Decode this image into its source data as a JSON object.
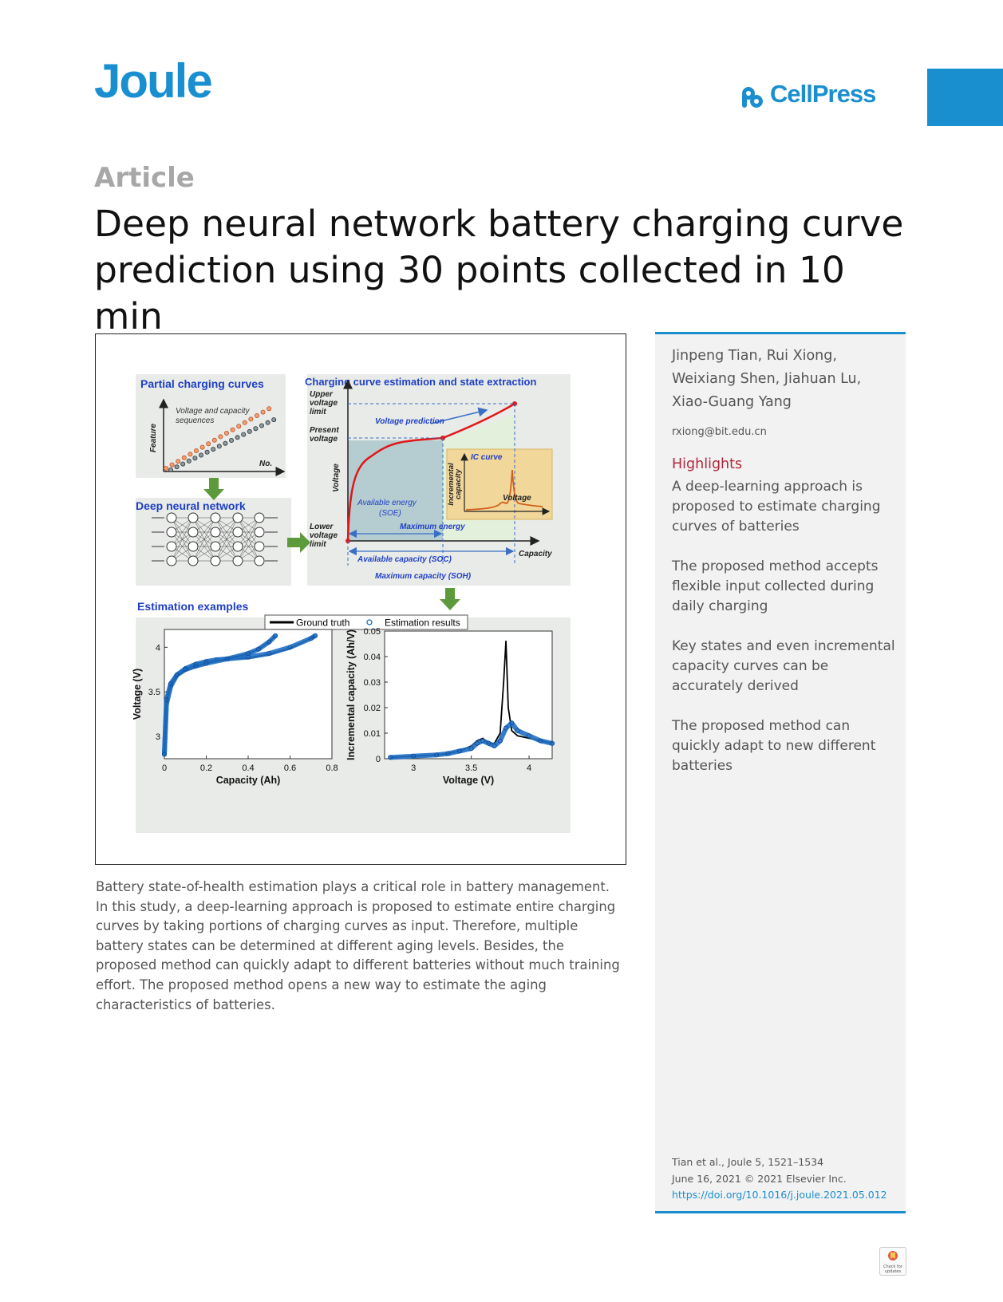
{
  "header": {
    "journal": "Joule",
    "publisher": "CellPress",
    "accent_color": "#1a8fd0"
  },
  "article": {
    "type": "Article",
    "title": "Deep neural network battery charging curve prediction using 30 points collected in 10 min"
  },
  "sidebar": {
    "authors": "Jinpeng Tian, Rui Xiong, Weixiang Shen, Jiahuan Lu, Xiao-Guang Yang",
    "email": "rxiong@bit.edu.cn",
    "highlights_heading": "Highlights",
    "highlights": [
      "A deep-learning approach is proposed to estimate charging curves of batteries",
      "The proposed method accepts flexible input collected during daily charging",
      "Key states and even incremental capacity curves can be accurately derived",
      "The proposed method can quickly adapt to new different batteries"
    ],
    "citation_line1": "Tian et al., Joule 5, 1521–1534",
    "citation_line2": "June 16, 2021 © 2021 Elsevier Inc.",
    "doi": "https://doi.org/10.1016/j.joule.2021.05.012"
  },
  "abstract": "Battery state-of-health estimation plays a critical role in battery management. In this study, a deep-learning approach is proposed to estimate entire charging curves by taking portions of charging curves as input. Therefore, multiple battery states can be determined at different aging levels. Besides, the proposed method can quickly adapt to different batteries without much training effort. The proposed method opens a new way to estimate the aging characteristics of batteries.",
  "badge": {
    "line1": "Check for",
    "line2": "updates"
  },
  "graphical_abstract": {
    "partial": {
      "title": "Partial charging curves",
      "ylabel": "Feature",
      "xlabel": "No.",
      "note_line1": "Voltage and capacity",
      "note_line2": "sequences"
    },
    "dnn": {
      "title": "Deep neural network"
    },
    "estimation": {
      "title": "Charging curve estimation and state extraction",
      "upper_1": "Upper",
      "upper_2": "voltage",
      "upper_3": "limit",
      "present_1": "Present",
      "present_2": "voltage",
      "lower_1": "Lower",
      "lower_2": "voltage",
      "lower_3": "limit",
      "voltage_axis": "Voltage",
      "capacity_axis": "Capacity",
      "voltage_prediction": "Voltage prediction",
      "available_energy": "Available  energy",
      "soe": "(SOE)",
      "maximum_energy": "Maximum energy",
      "available_capacity": "Available  capacity  (SOC)",
      "maximum_capacity": "Maximum  capacity  (SOH)",
      "ic_curve": "IC curve",
      "ic_ylabel_1": "Incremental",
      "ic_ylabel_2": "capacity",
      "ic_xlabel": "Voltage"
    },
    "examples": {
      "title": "Estimation examples",
      "legend_gt": "Ground truth",
      "legend_est": "Estimation results"
    }
  },
  "chart_data": [
    {
      "type": "line",
      "xlabel": "Capacity (Ah)",
      "ylabel": "Voltage (V)",
      "xlim": [
        0,
        0.8
      ],
      "ylim": [
        2.75,
        4.2
      ],
      "xticks": [
        "0",
        "0.2",
        "0.4",
        "0.6",
        "0.8"
      ],
      "yticks": [
        "3",
        "3.5",
        "4"
      ],
      "legend": [
        "Ground truth",
        "Estimation results"
      ],
      "series": [
        {
          "name": "Ground truth",
          "x": [
            0,
            0.01,
            0.03,
            0.06,
            0.1,
            0.15,
            0.2,
            0.25,
            0.3,
            0.4,
            0.5,
            0.6,
            0.7,
            0.72
          ],
          "y": [
            2.8,
            3.35,
            3.55,
            3.68,
            3.76,
            3.81,
            3.84,
            3.86,
            3.87,
            3.88,
            3.92,
            3.99,
            4.1,
            4.13
          ]
        },
        {
          "name": "Estimation results",
          "x": [
            0,
            0.01,
            0.03,
            0.06,
            0.1,
            0.15,
            0.2,
            0.25,
            0.3,
            0.4,
            0.5,
            0.6,
            0.7,
            0.72
          ],
          "y": [
            2.8,
            3.36,
            3.56,
            3.69,
            3.76,
            3.81,
            3.84,
            3.86,
            3.87,
            3.89,
            3.93,
            4.0,
            4.1,
            4.13
          ]
        },
        {
          "name": "Ground truth",
          "x": [
            0,
            0.01,
            0.03,
            0.06,
            0.1,
            0.15,
            0.2,
            0.3,
            0.4,
            0.45,
            0.5,
            0.53
          ],
          "y": [
            2.8,
            3.4,
            3.58,
            3.68,
            3.74,
            3.78,
            3.82,
            3.87,
            3.93,
            3.98,
            4.06,
            4.13
          ]
        },
        {
          "name": "Estimation results",
          "x": [
            0,
            0.01,
            0.03,
            0.06,
            0.1,
            0.15,
            0.2,
            0.3,
            0.4,
            0.45,
            0.5,
            0.53
          ],
          "y": [
            2.8,
            3.41,
            3.59,
            3.69,
            3.75,
            3.79,
            3.82,
            3.87,
            3.93,
            3.98,
            4.06,
            4.13
          ]
        }
      ]
    },
    {
      "type": "line",
      "xlabel": "Voltage (V)",
      "ylabel": "Incremental capacity (Ah/V)",
      "xlim": [
        2.75,
        4.2
      ],
      "ylim": [
        0,
        0.05
      ],
      "xticks": [
        "3",
        "3.5",
        "4"
      ],
      "yticks": [
        "0",
        "0.01",
        "0.02",
        "0.03",
        "0.04",
        "0.05"
      ],
      "series": [
        {
          "name": "Ground truth",
          "x": [
            2.8,
            3.0,
            3.2,
            3.3,
            3.4,
            3.5,
            3.55,
            3.6,
            3.65,
            3.7,
            3.75,
            3.78,
            3.8,
            3.82,
            3.85,
            3.9,
            4.0,
            4.1,
            4.2
          ],
          "y": [
            0.0005,
            0.001,
            0.0015,
            0.002,
            0.003,
            0.005,
            0.007,
            0.008,
            0.006,
            0.006,
            0.01,
            0.03,
            0.046,
            0.02,
            0.011,
            0.009,
            0.008,
            0.007,
            0.006
          ]
        },
        {
          "name": "Estimation results",
          "x": [
            2.8,
            3.0,
            3.2,
            3.3,
            3.4,
            3.5,
            3.55,
            3.6,
            3.65,
            3.7,
            3.75,
            3.8,
            3.85,
            3.9,
            4.0,
            4.1,
            4.2
          ],
          "y": [
            0.0005,
            0.001,
            0.0015,
            0.002,
            0.003,
            0.004,
            0.006,
            0.007,
            0.006,
            0.005,
            0.007,
            0.012,
            0.014,
            0.011,
            0.009,
            0.007,
            0.006
          ]
        }
      ]
    }
  ]
}
